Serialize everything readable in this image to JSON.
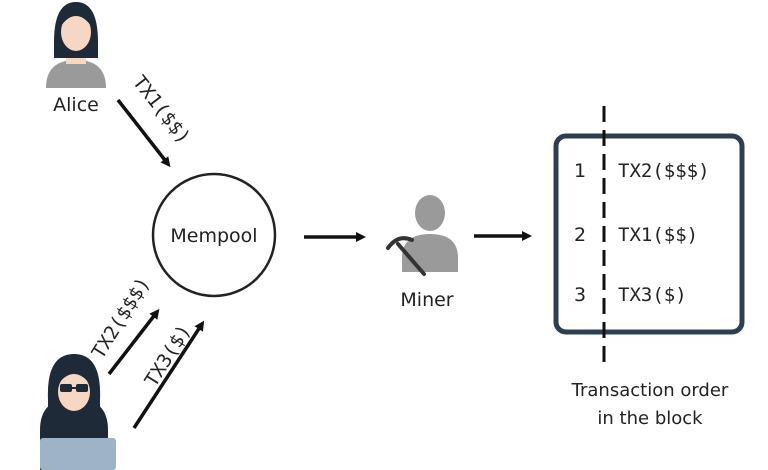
{
  "actors": {
    "alice": {
      "label": "Alice"
    },
    "miner": {
      "label": "Miner"
    }
  },
  "mempool": {
    "label": "Mempool"
  },
  "flows": {
    "alice_tx": "TX1($$)",
    "attacker_tx_a": "TX2($$$)",
    "attacker_tx_b": "TX3($)"
  },
  "block": {
    "entries": [
      {
        "index": "1",
        "tx": "TX2($$$)"
      },
      {
        "index": "2",
        "tx": "TX1($$)"
      },
      {
        "index": "3",
        "tx": "TX3($)"
      }
    ],
    "caption_line1": "Transaction order",
    "caption_line2": "in the block"
  },
  "colors": {
    "ink": "#111111",
    "block_border": "#2c3e4f",
    "person_gray": "#9a9a9a",
    "skin": "#f6d7c3",
    "hair": "#1f2a38",
    "laptop": "#9fb3c8"
  }
}
